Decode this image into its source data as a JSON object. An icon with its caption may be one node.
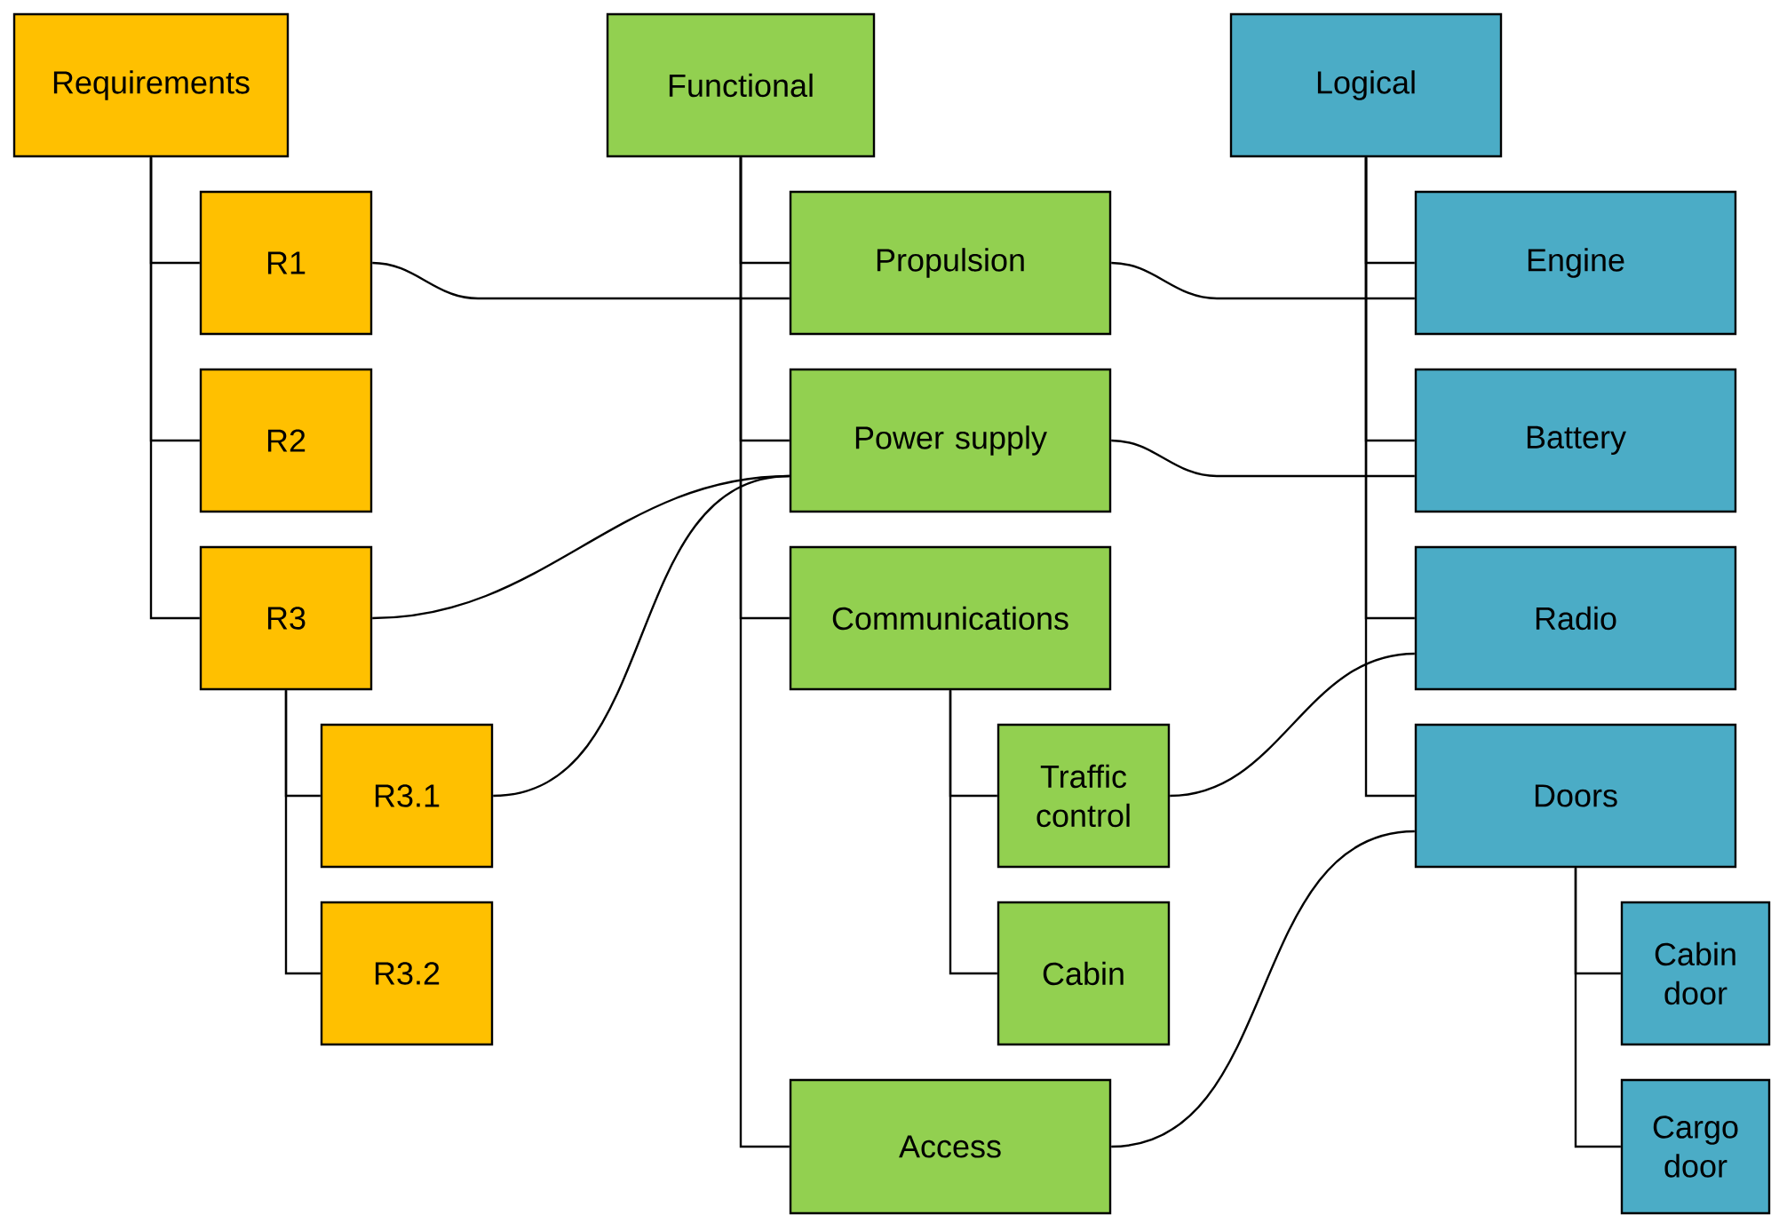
{
  "diagram": {
    "nodes": [
      {
        "text": [
          "Requirements"
        ]
      },
      {
        "text": [
          "R1"
        ]
      },
      {
        "text": [
          "R2"
        ]
      },
      {
        "text": [
          "R3"
        ]
      },
      {
        "text": [
          "R3.1"
        ]
      },
      {
        "text": [
          "R3.2"
        ]
      },
      {
        "text": [
          "Functional"
        ]
      },
      {
        "text": [
          "Propulsion"
        ]
      },
      {
        "text": [
          "Power supply"
        ]
      },
      {
        "text": [
          "Communications"
        ]
      },
      {
        "text": [
          "Traffic control"
        ]
      },
      {
        "text": [
          "Cabin"
        ]
      },
      {
        "text": [
          "Access"
        ]
      },
      {
        "text": [
          "Logical"
        ]
      },
      {
        "text": [
          "Engine"
        ]
      },
      {
        "text": [
          "Battery"
        ]
      },
      {
        "text": [
          "Radio"
        ]
      },
      {
        "text": [
          "Doors"
        ]
      },
      {
        "text": [
          "Cabin door"
        ]
      },
      {
        "text": [
          "Cargo door"
        ]
      }
    ],
    "edges": [
      {
        "from": 0,
        "to": 1,
        "arrow": "none"
      },
      {
        "from": 0,
        "to": 2,
        "arrow": "none"
      },
      {
        "from": 0,
        "to": 3,
        "arrow": "none"
      },
      {
        "from": 3,
        "to": 4,
        "arrow": "none"
      },
      {
        "from": 3,
        "to": 5,
        "arrow": "none"
      },
      {
        "from": 6,
        "to": 7,
        "arrow": "none"
      },
      {
        "from": 6,
        "to": 8,
        "arrow": "none"
      },
      {
        "from": 6,
        "to": 9,
        "arrow": "none"
      },
      {
        "from": 6,
        "to": 12,
        "arrow": "none"
      },
      {
        "from": 9,
        "to": 10,
        "arrow": "none"
      },
      {
        "from": 9,
        "to": 11,
        "arrow": "none"
      },
      {
        "from": 13,
        "to": 14,
        "arrow": "none"
      },
      {
        "from": 13,
        "to": 15,
        "arrow": "none"
      },
      {
        "from": 13,
        "to": 16,
        "arrow": "none"
      },
      {
        "from": 13,
        "to": 17,
        "arrow": "none"
      },
      {
        "from": 17,
        "to": 18,
        "arrow": "none"
      },
      {
        "from": 17,
        "to": 19,
        "arrow": "none"
      },
      {
        "from": 1,
        "to": 7,
        "arrow": "none"
      },
      {
        "from": 7,
        "to": 14,
        "arrow": "none"
      },
      {
        "from": 8,
        "to": 15,
        "arrow": "none"
      },
      {
        "from": 3,
        "to": 8,
        "arrow": "none"
      },
      {
        "from": 4,
        "to": 8,
        "arrow": "none"
      },
      {
        "from": 10,
        "to": 16,
        "arrow": "none"
      },
      {
        "from": 12,
        "to": 17,
        "arrow": "none"
      }
    ]
  }
}
